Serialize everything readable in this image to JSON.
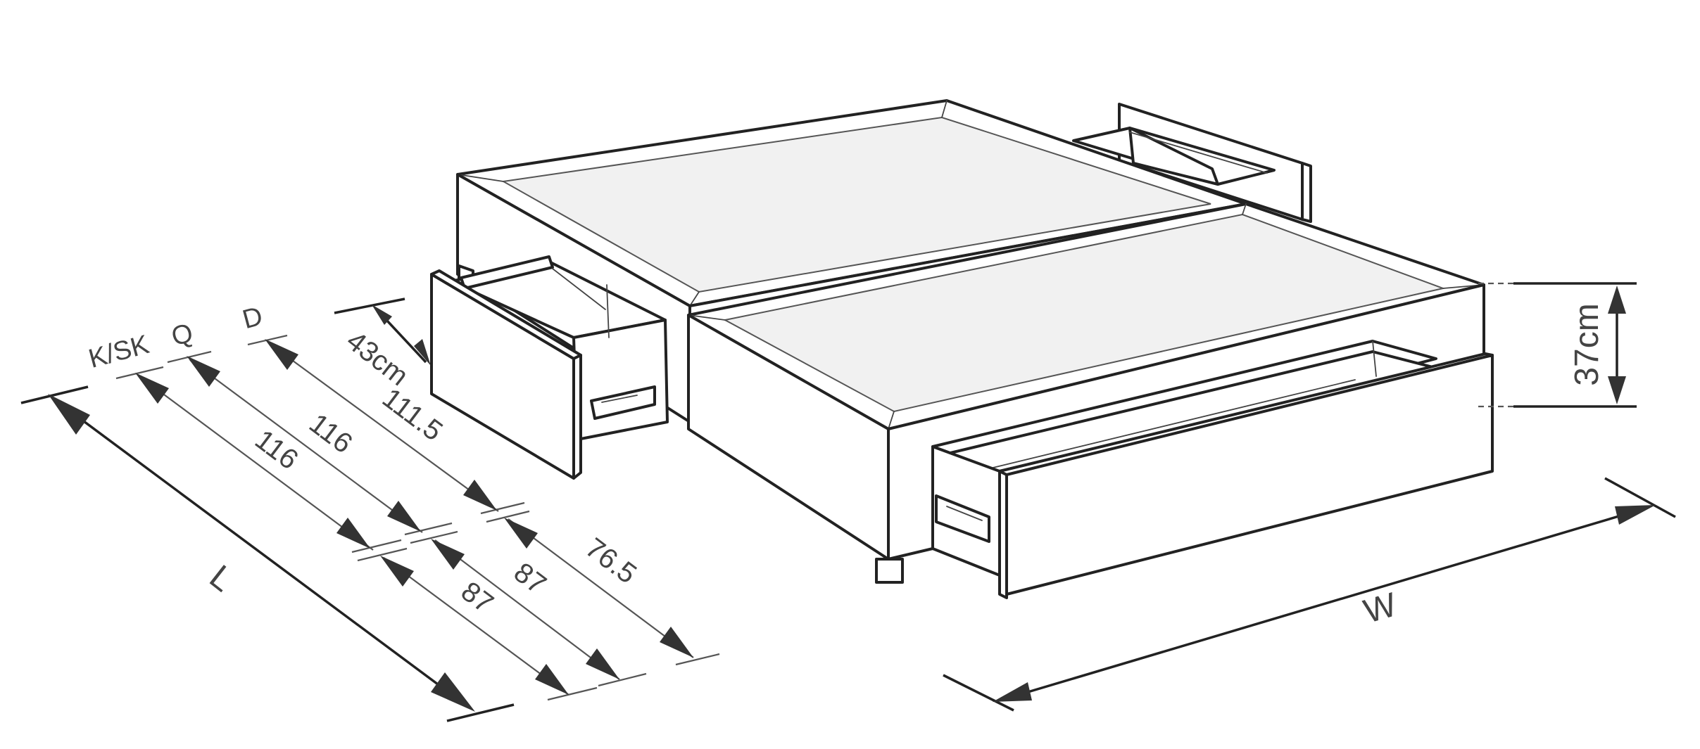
{
  "diagram": {
    "subject": "bed base with drawers - dimension drawing",
    "size_labels": {
      "king": "K/SK",
      "queen": "Q",
      "double": "D"
    },
    "dimensions": {
      "length_symbol": "L",
      "width_symbol": "W",
      "height": "37cm",
      "drawer_opening": "43cm",
      "king_section_a": "116",
      "king_section_b": "87",
      "queen_section_a": "116",
      "queen_section_b": "87",
      "double_section_a": "111.5",
      "double_section_b": "76.5"
    }
  }
}
